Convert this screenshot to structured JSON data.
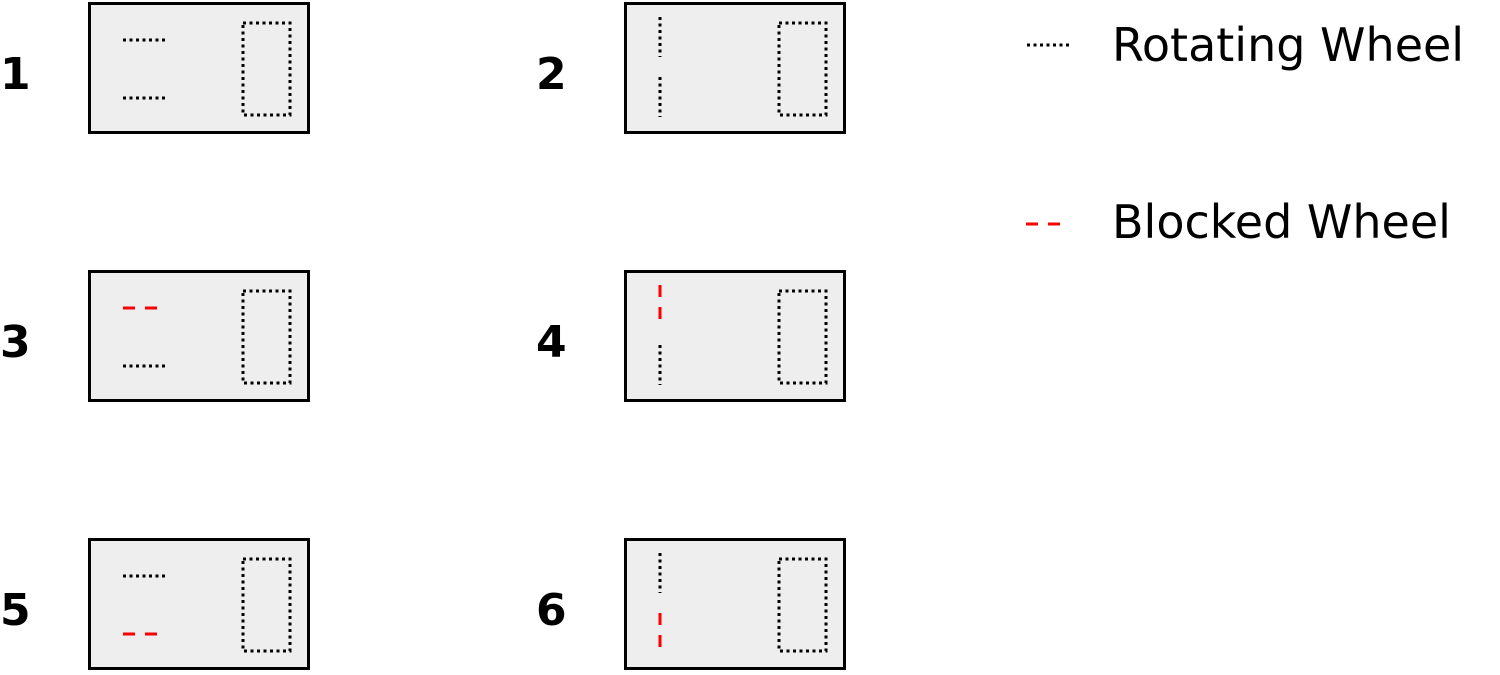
{
  "colors": {
    "rotating": "#000000",
    "blocked": "#ff0000",
    "box_fill": "#eeeeee"
  },
  "icons": {
    "rotating": "dotted-line-icon",
    "blocked": "dashed-line-icon"
  },
  "legend": {
    "rotating_label": "Rotating Wheel",
    "blocked_label": "Blocked Wheel"
  },
  "configs": [
    {
      "label": "1",
      "front_orientation": "horizontal",
      "top_wheel": "rotating",
      "bottom_wheel": "rotating"
    },
    {
      "label": "2",
      "front_orientation": "vertical",
      "top_wheel": "rotating",
      "bottom_wheel": "rotating"
    },
    {
      "label": "3",
      "front_orientation": "horizontal",
      "top_wheel": "blocked",
      "bottom_wheel": "rotating"
    },
    {
      "label": "4",
      "front_orientation": "vertical",
      "top_wheel": "blocked",
      "bottom_wheel": "rotating"
    },
    {
      "label": "5",
      "front_orientation": "horizontal",
      "top_wheel": "rotating",
      "bottom_wheel": "blocked"
    },
    {
      "label": "6",
      "front_orientation": "vertical",
      "top_wheel": "rotating",
      "bottom_wheel": "blocked"
    }
  ]
}
